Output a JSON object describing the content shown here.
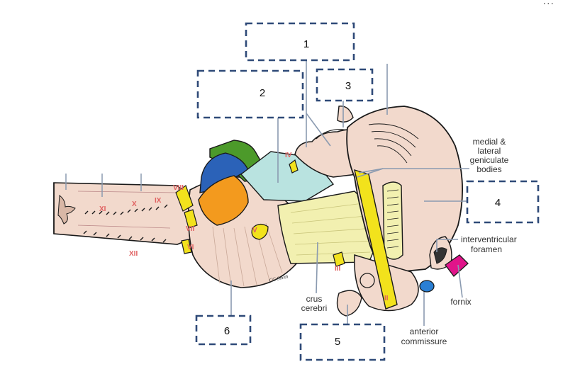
{
  "menu_icon": "more-dots-icon",
  "menu_glyph": "...",
  "answer_boxes": [
    "1",
    "2",
    "3",
    "4",
    "5",
    "6"
  ],
  "labels": {
    "geniculate_line1": "medial &",
    "geniculate_line2": "lateral",
    "geniculate_line3": "geniculate",
    "geniculate_line4": "bodies",
    "interventricular_line1": "interventricular",
    "interventricular_line2": "foramen",
    "fornix": "fornix",
    "crus_line1": "crus",
    "crus_line2": "cerebri",
    "anterior_line1": "anterior",
    "anterior_line2": "commissure"
  },
  "cranial_nerves": {
    "ii": "II",
    "iii": "III",
    "iv": "IV",
    "v": "V",
    "vi": "VI",
    "vii": "VII",
    "viii": "VIII",
    "ix": "IX",
    "x": "X",
    "xi": "XI",
    "xii": "XII"
  },
  "signature": "CG Smith",
  "colors": {
    "tissue": "#f2d9cc",
    "outline": "#1a1a1a",
    "nerve": "#f2e21c",
    "green": "#4c9a2a",
    "blue": "#2b62b8",
    "orange": "#f39a1e",
    "teal": "#b9e3e0",
    "pale_yellow": "#f2f0b0",
    "magenta": "#e0148a",
    "commissure_blue": "#2a7fd4",
    "box_border": "#2f4a78",
    "label_text": "#333333",
    "nerve_label": "#e06060"
  }
}
